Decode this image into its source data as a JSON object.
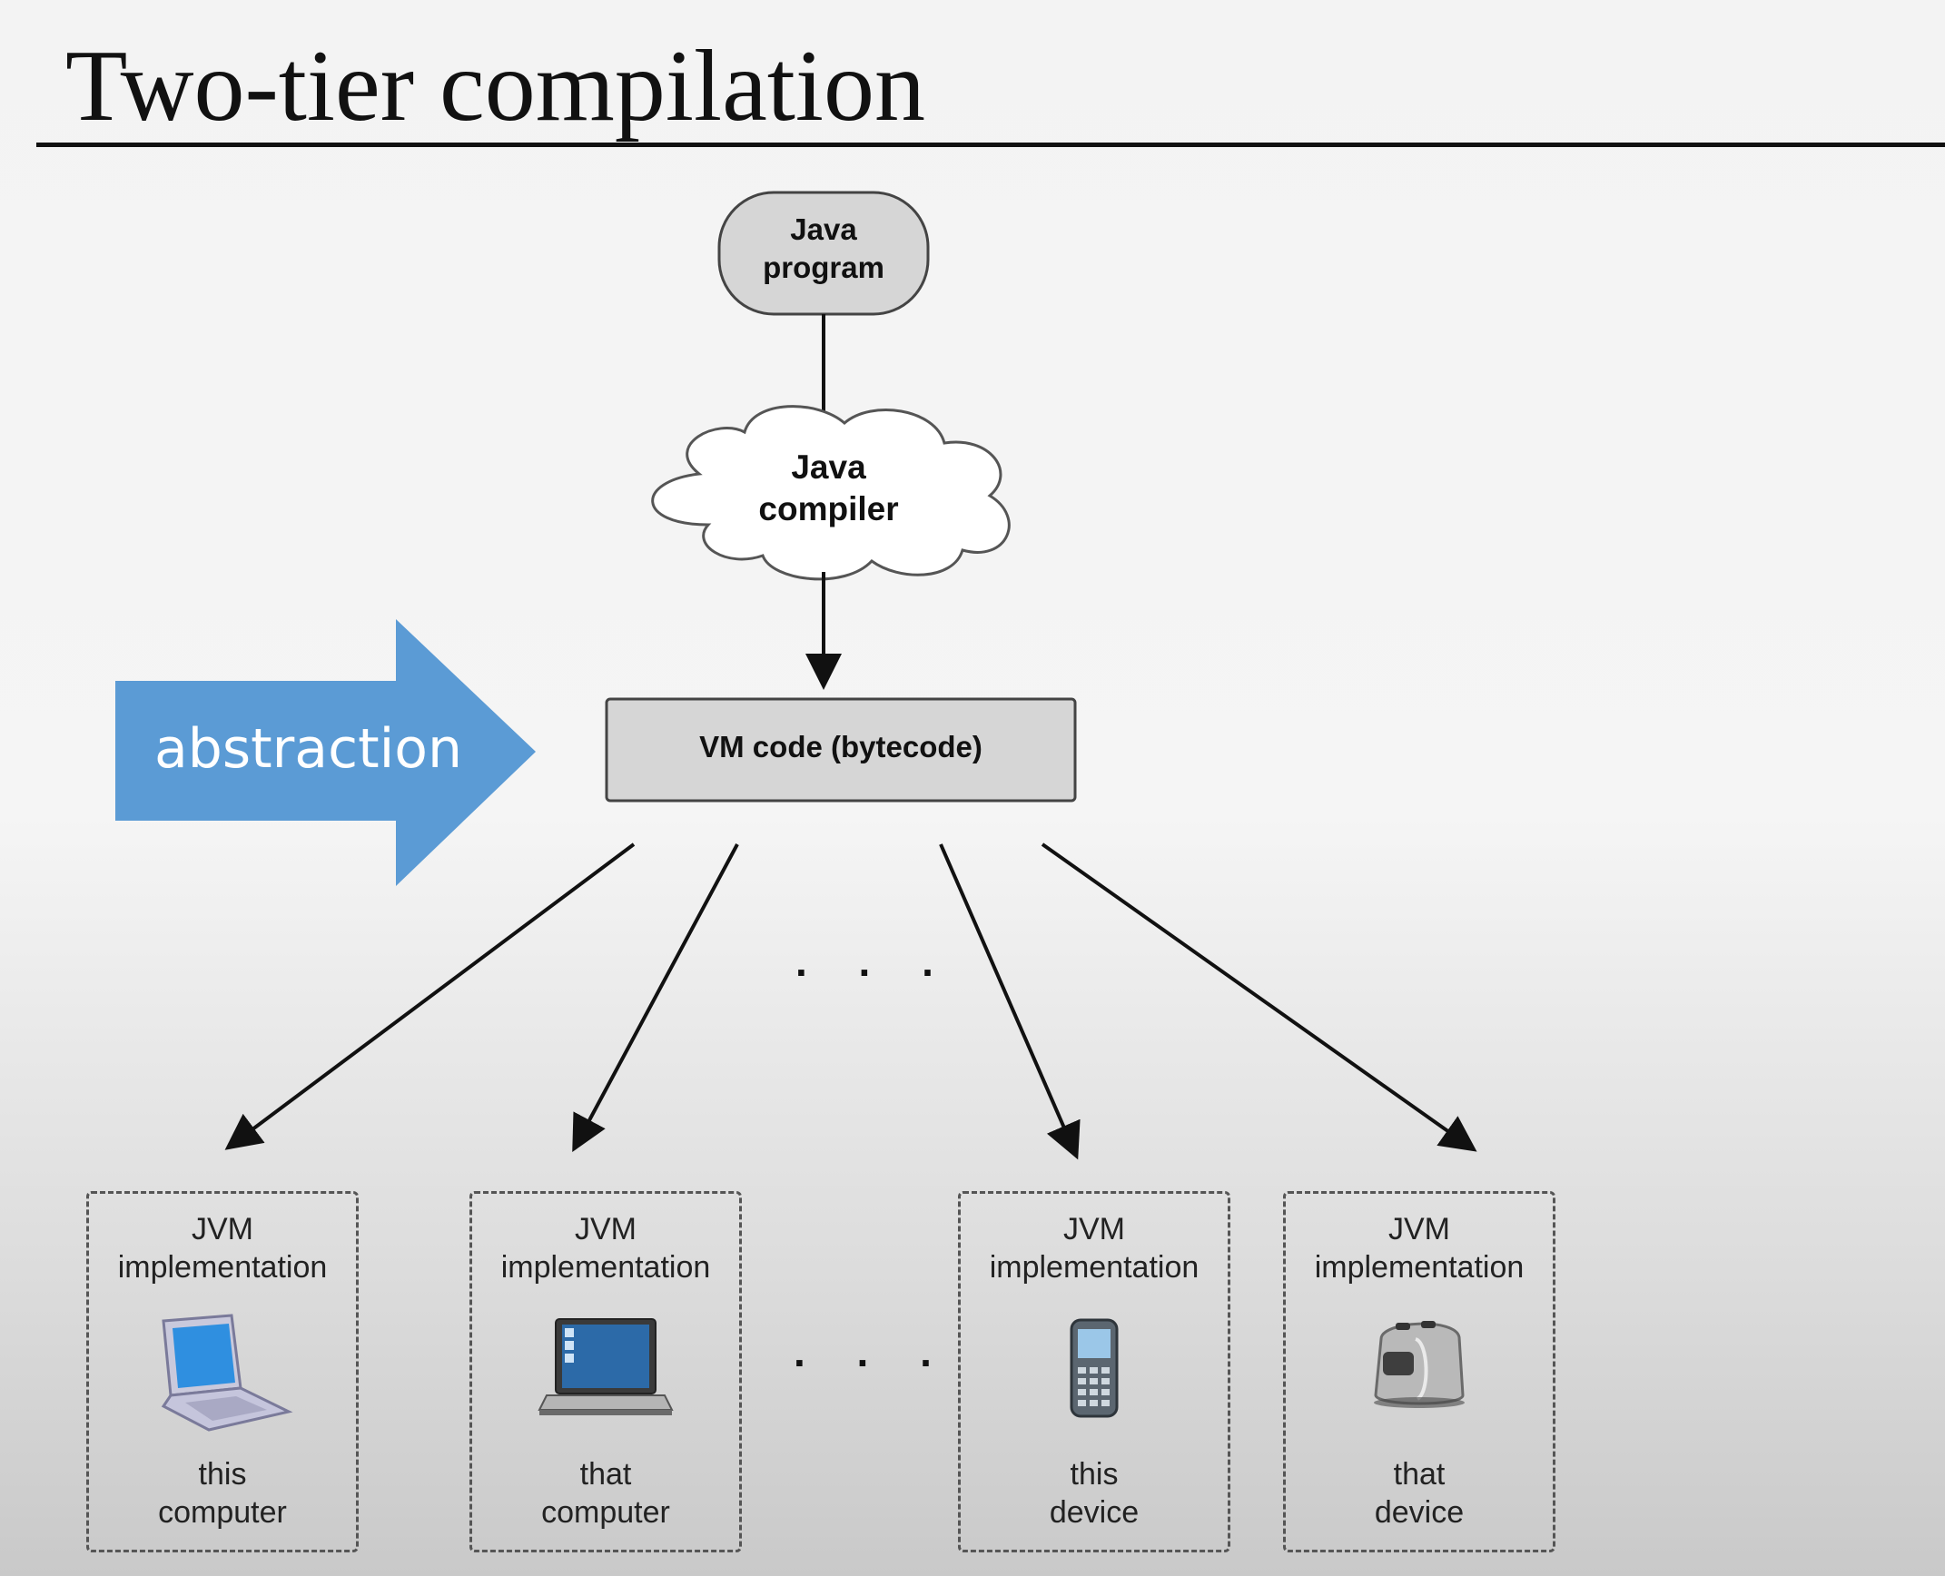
{
  "slide": {
    "title": "Two-tier compilation"
  },
  "diagram": {
    "source_node": {
      "line1": "Java",
      "line2": "program"
    },
    "compiler_node": {
      "line1": "Java",
      "line2": "compiler"
    },
    "vm_code_node": {
      "label": "VM code (bytecode)"
    },
    "abstraction_arrow": {
      "label": "abstraction",
      "color": "#5b9bd5"
    },
    "ellipsis_top": ". . .",
    "ellipsis_bottom": ". . .",
    "targets": [
      {
        "title1": "JVM",
        "title2": "implementation",
        "caption1": "this",
        "caption2": "computer",
        "icon": "laptop-icon"
      },
      {
        "title1": "JVM",
        "title2": "implementation",
        "caption1": "that",
        "caption2": "computer",
        "icon": "notebook-icon"
      },
      {
        "title1": "JVM",
        "title2": "implementation",
        "caption1": "this",
        "caption2": "device",
        "icon": "cellphone-icon"
      },
      {
        "title1": "JVM",
        "title2": "implementation",
        "caption1": "that",
        "caption2": "device",
        "icon": "toaster-icon"
      }
    ]
  }
}
